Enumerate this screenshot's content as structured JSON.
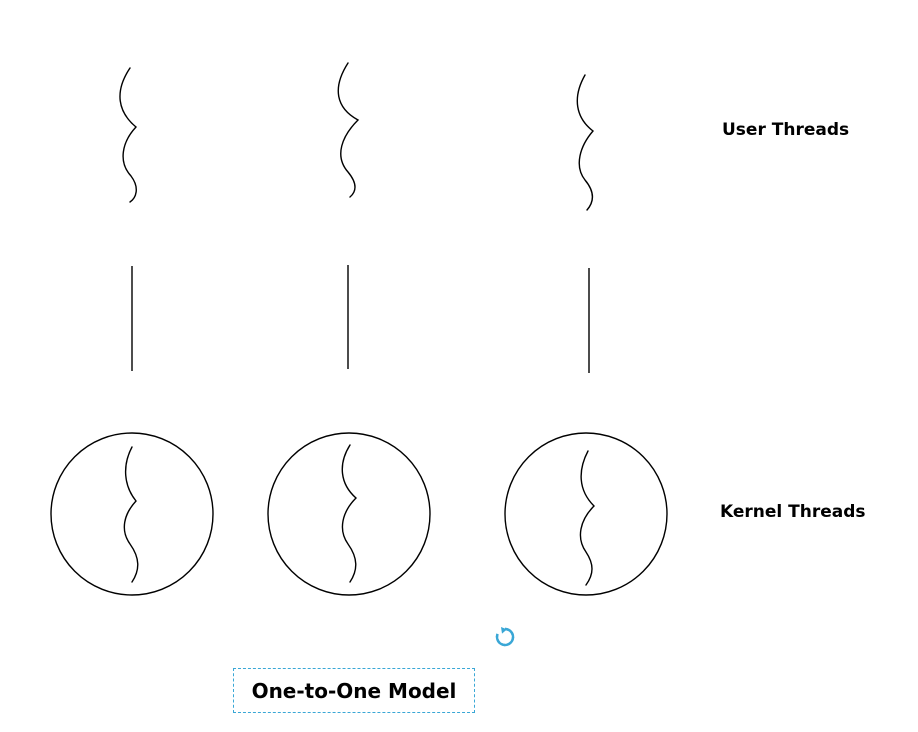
{
  "labels": {
    "user_threads": "User Threads",
    "kernel_threads": "Kernel Threads"
  },
  "title": {
    "text": "One-to-One Model"
  },
  "diagram": {
    "mapping_count": 3
  },
  "colors": {
    "stroke": "#000000",
    "selection_accent": "#3aa7d6"
  },
  "icons": {
    "rotate_handle": "rotate-icon"
  }
}
